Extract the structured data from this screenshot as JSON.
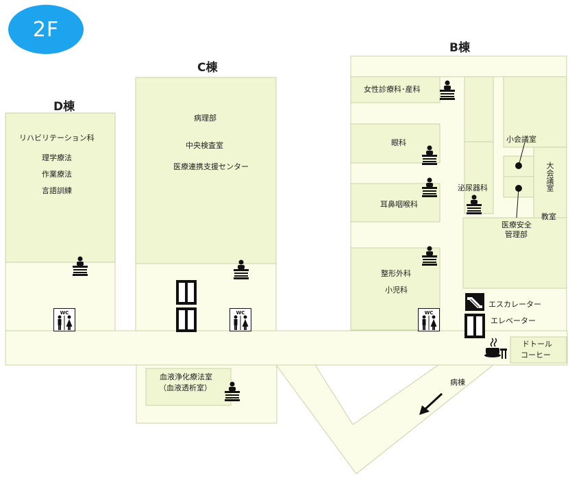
{
  "floor": "2F",
  "buildings": {
    "b": "B棟",
    "c": "C棟",
    "d": "D棟"
  },
  "rooms": {
    "rehab": "リハビリテーション科",
    "pt": "理学療法",
    "ot": "作業療法",
    "st": "言語訓練",
    "pathology": "病理部",
    "central_lab": "中央検査室",
    "liaison": "医療連携支援センター",
    "dialysis_1": "血液浄化療法室",
    "dialysis_2": "（血液透析室）",
    "womens": "女性診療科･産科",
    "ophthalmology": "眼科",
    "ent": "耳鼻咽喉科",
    "ortho": "整形外科",
    "pediatrics": "小児科",
    "urology": "泌尿器科",
    "small_meeting": "小会議室",
    "large_meeting": "大会議室",
    "classroom": "教室",
    "safety_1": "医療安全",
    "safety_2": "管理部"
  },
  "legend": {
    "escalator": "エスカレーター",
    "elevator": "エレベーター"
  },
  "cafe": {
    "line1": "ドトール",
    "line2": "コーヒー"
  },
  "ward": "病棟",
  "icons": {
    "reception": "reception-desk-icon",
    "restroom": "wc-icon",
    "elevator": "elevator-icon",
    "escalator": "escalator-icon",
    "cafe": "coffee-icon"
  },
  "colors": {
    "badge": "#1ca4ee",
    "corridor": "#fbfde8",
    "room": "#f1f6d2",
    "outline": "#c9d3a8"
  }
}
